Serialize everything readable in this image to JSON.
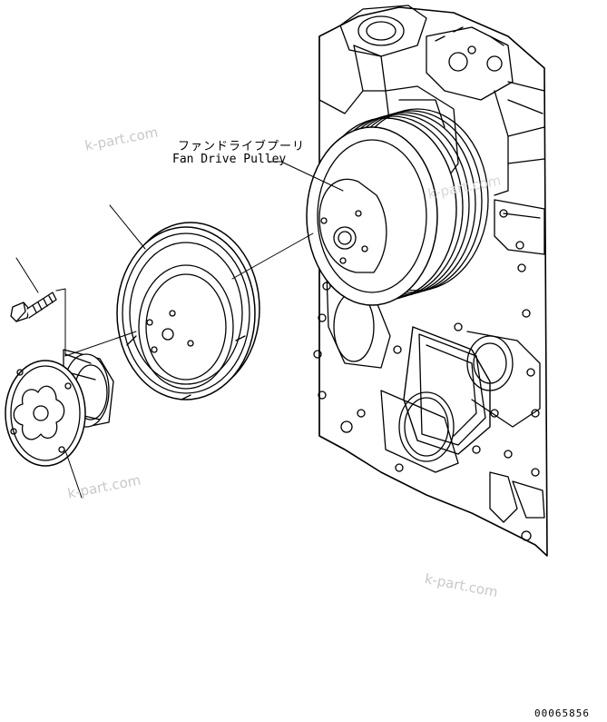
{
  "labels": {
    "part_name_jp": "ファンドライブプーリ",
    "part_name_en": "Fan Drive Pulley"
  },
  "watermarks": [
    "k-part.com",
    "k-part.com",
    "k-part.com",
    "k-part.com"
  ],
  "figure_number": "00065856"
}
